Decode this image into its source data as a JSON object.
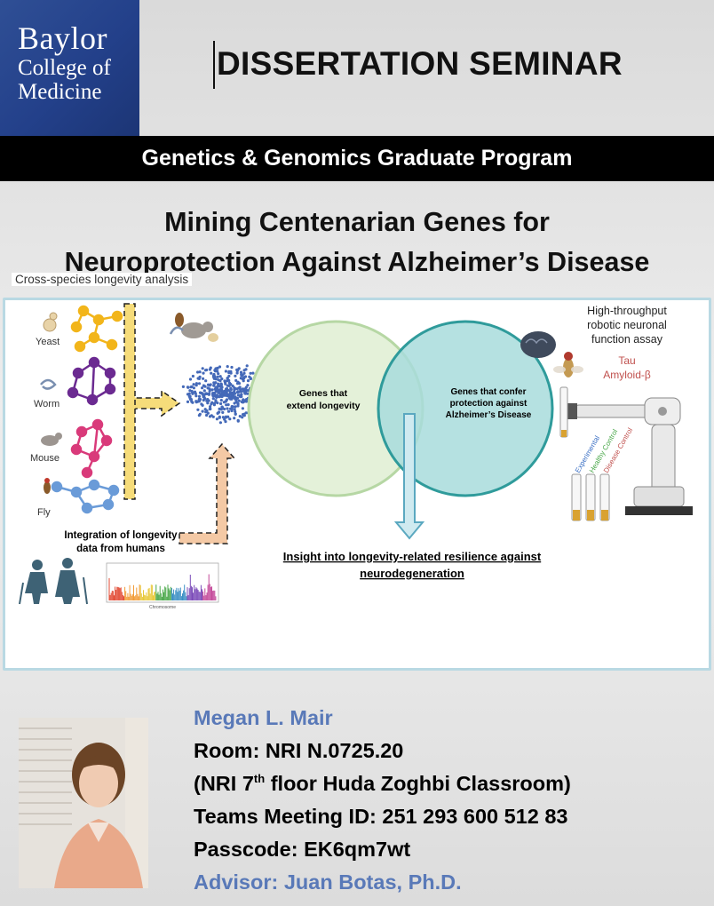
{
  "header": {
    "logo_line1": "Baylor",
    "logo_line2": "College of",
    "logo_line3": "Medicine",
    "seminar_title": "DISSERTATION SEMINAR"
  },
  "program": "Genetics & Genomics Graduate Program",
  "title": {
    "line1": "Mining Centenarian Genes for",
    "line2": "Neuroprotection Against Alzheimer’s Disease"
  },
  "figure": {
    "cross_species_label": "Cross-species longevity analysis",
    "organisms": [
      "Yeast",
      "Worm",
      "Mouse",
      "Fly"
    ],
    "human_label_line1": "Integration of longevity",
    "human_label_line2": "data from humans",
    "gwas_axis": "Chromosome",
    "venn_left_line1": "Genes that",
    "venn_left_line2": "extend longevity",
    "venn_right_line1": "Genes that confer",
    "venn_right_line2": "protection against",
    "venn_right_line3": "Alzheimer’s Disease",
    "insight_line1": "Insight into longevity-related resilience against",
    "insight_line2": "neurodegeneration",
    "assay_line1": "High-throughput",
    "assay_line2": "robotic neuronal",
    "assay_line3": "function assay",
    "tau": "Tau",
    "amyloid": "Amyloid-β",
    "tubes": [
      "Experimental",
      "Healthy Control",
      "Disease Control"
    ],
    "colors": {
      "yeast": "#f2b51a",
      "worm": "#6b2a91",
      "mouse": "#d93a7a",
      "fly": "#6a9bd8",
      "cloud": "#4469b8",
      "venn_left": "#e4f1d9",
      "venn_right": "#a8dcdc",
      "arrow_yellow": "#f6dc7a",
      "arrow_peach": "#f4c9a5",
      "tau_red": "#c0504d"
    }
  },
  "speaker": {
    "name": "Megan L. Mair",
    "room": "Room: NRI N.0725.20",
    "floor_pre": "(NRI 7",
    "floor_sup": "th",
    "floor_post": " floor Huda Zoghbi Classroom)",
    "teams": "Teams Meeting ID: 251 293 600 512 83",
    "passcode": "Passcode: EK6qm7wt",
    "advisor": "Advisor: Juan Botas, Ph.D."
  }
}
